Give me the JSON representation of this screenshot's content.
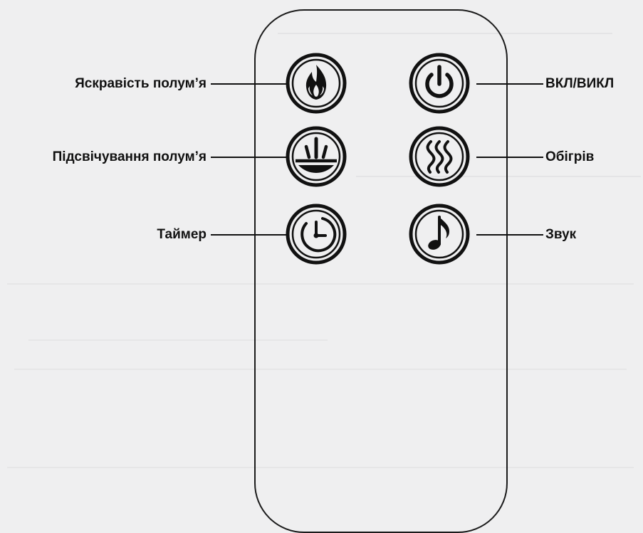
{
  "labels": {
    "flame_brightness": "Яскравість полум’я",
    "flame_lighting": "Підсвічування полум’я",
    "timer": "Таймер",
    "power": "ВКЛ/ВИКЛ",
    "heating": "Обігрів",
    "sound": "Звук"
  },
  "icons": {
    "flame_brightness": "flame-icon",
    "flame_lighting": "flame-glow-icon",
    "timer": "clock-icon",
    "power": "power-icon",
    "heating": "heat-waves-icon",
    "sound": "music-note-icon"
  },
  "colors": {
    "ink": "#111111",
    "paper": "#efeff0"
  }
}
